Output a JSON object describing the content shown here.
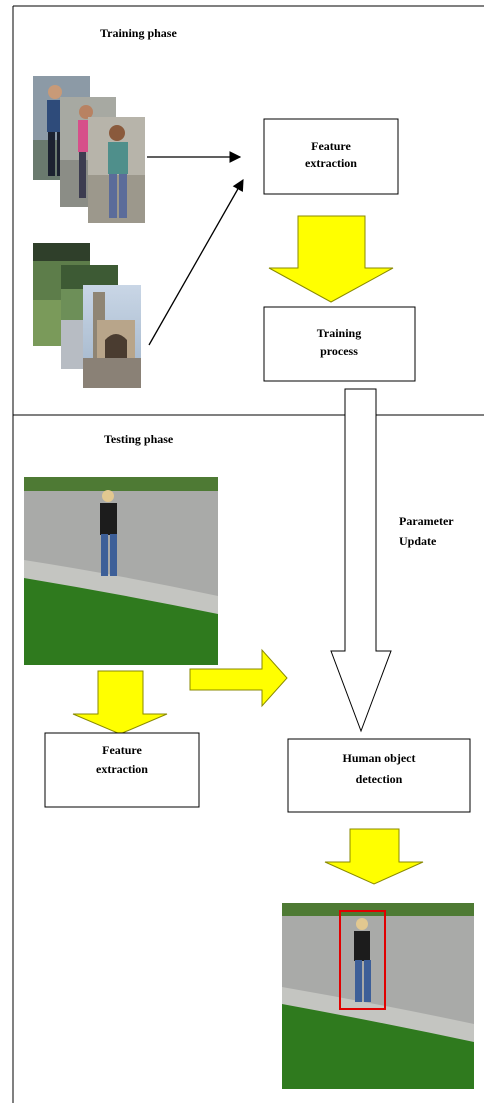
{
  "training": {
    "title": "Training phase",
    "feature_box": {
      "line1": "Feature",
      "line2": "extraction"
    },
    "training_box": {
      "line1": "Training",
      "line2": "process"
    }
  },
  "testing": {
    "title": "Testing phase",
    "feature_box": {
      "line1": "Feature",
      "line2": "extraction"
    },
    "detection_box": {
      "line1": "Human object",
      "line2": "detection"
    }
  },
  "parameter_label": {
    "line1": "Parameter",
    "line2": "Update"
  },
  "colors": {
    "arrow_fill": "#ffff00",
    "arrow_stroke": "#8a8a00",
    "detection_box": "#e00000"
  }
}
